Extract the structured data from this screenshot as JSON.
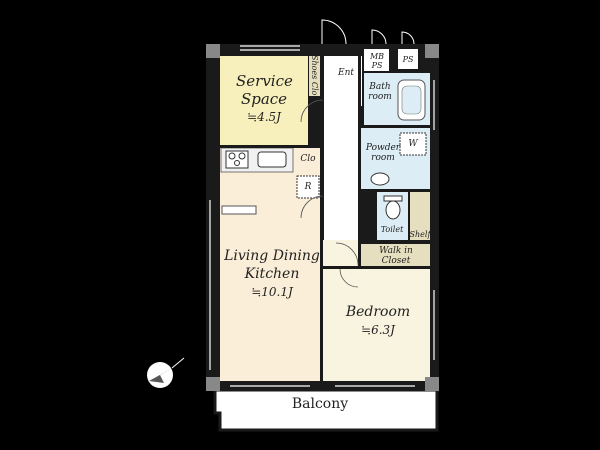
{
  "rooms": {
    "service_space": {
      "name_line1": "Service",
      "name_line2": "Space",
      "area": "≒4.5J"
    },
    "ldk": {
      "name_line1": "Living Dining",
      "name_line2": "Kitchen",
      "area": "≒10.1J"
    },
    "bedroom": {
      "name": "Bedroom",
      "area": "≒6.3J"
    },
    "bath": {
      "line1": "Bath",
      "line2": "room"
    },
    "powder": {
      "line1": "Powder",
      "line2": "room"
    },
    "toilet": "Toilet",
    "walk_in_closet": {
      "line1": "Walk in",
      "line2": "Closet"
    },
    "balcony": "Balcony"
  },
  "labels": {
    "shoes_clo": "Shoes Clo",
    "entrance": "Ent",
    "mb": "MB",
    "ps_1": "PS",
    "ps_2": "PS",
    "clo": "Clo",
    "r": "R",
    "w": "W",
    "shelf": "Shelf"
  },
  "colors": {
    "background": "#000000",
    "wall": "#1a1a1a",
    "service_space": "#f7efbc",
    "ldk": "#faeed8",
    "bedroom": "#f8f4df",
    "wet_area": "#dcedf5",
    "storage": "#e6dfbf",
    "corridor": "#ffffff",
    "balcony": "#ffffff"
  }
}
